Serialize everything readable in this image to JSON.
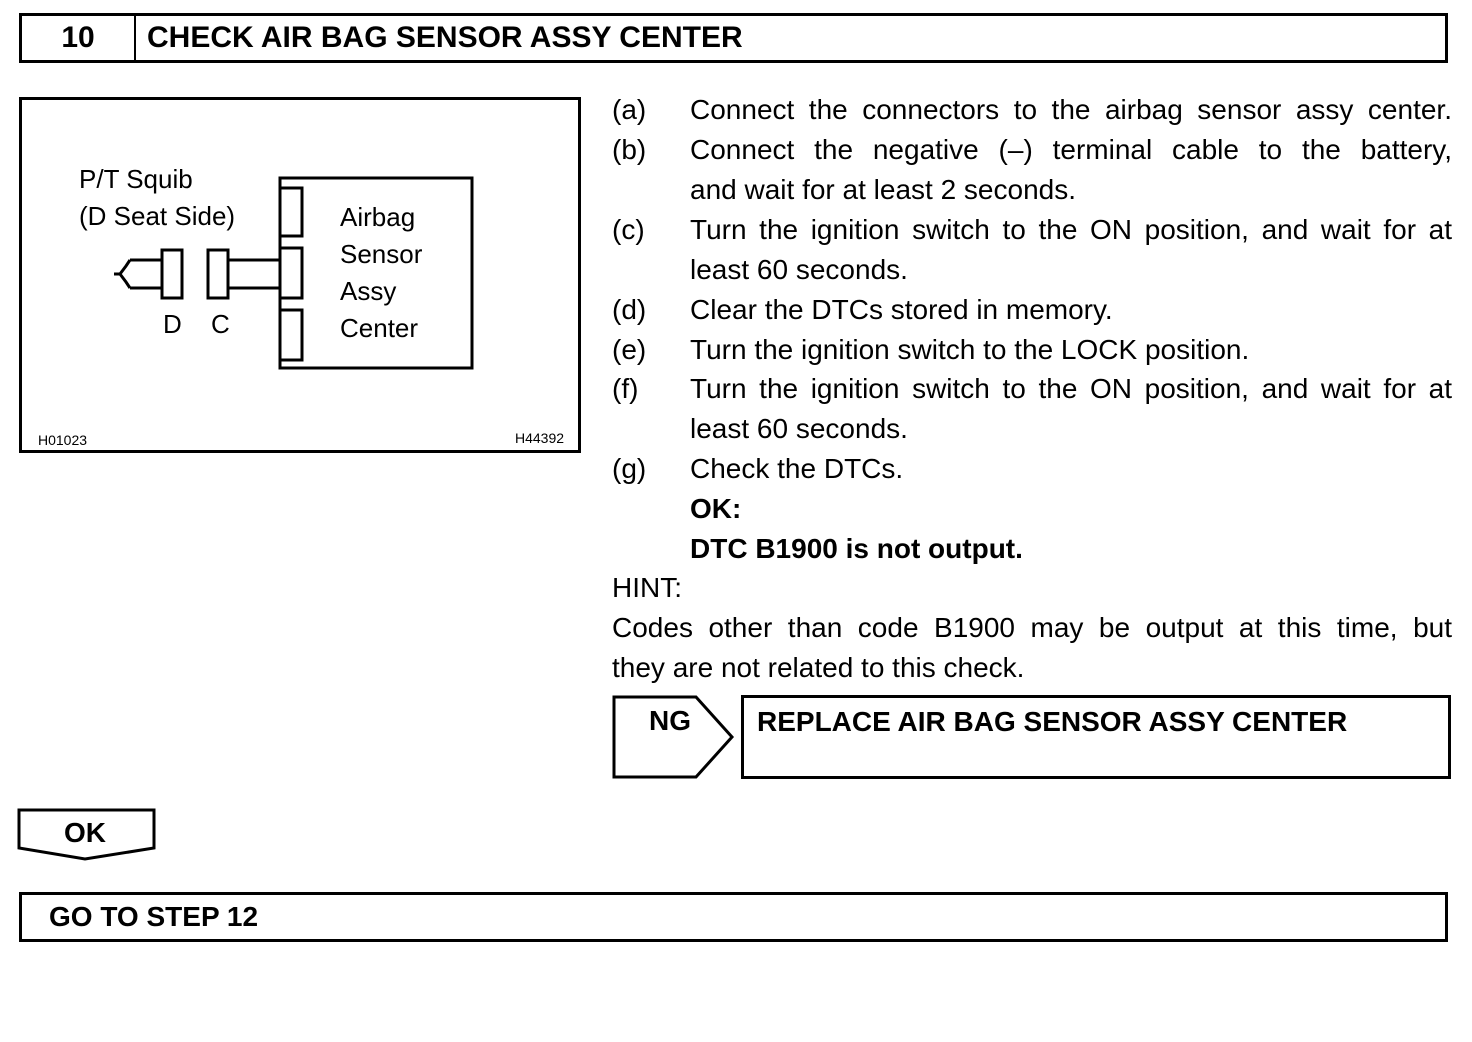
{
  "header": {
    "step_number": "10",
    "title": "CHECK AIR BAG SENSOR ASSY CENTER"
  },
  "figure": {
    "squib_label_line1": "P/T Squib",
    "squib_label_line2": "(D Seat Side)",
    "connector_d": "D",
    "connector_c": "C",
    "sensor_line1": "Airbag",
    "sensor_line2": "Sensor",
    "sensor_line3": "Assy",
    "sensor_line4": "Center",
    "code_left": "H01023",
    "code_right": "H44392"
  },
  "steps": [
    {
      "letter": "(a)",
      "lines": [
        "Connect the connectors to the airbag sensor assy center."
      ]
    },
    {
      "letter": "(b)",
      "lines": [
        "Connect the negative (–) terminal cable to the battery,",
        "and wait for at least 2 seconds."
      ]
    },
    {
      "letter": "(c)",
      "lines": [
        "Turn the ignition switch to the ON position, and wait for at",
        "least 60 seconds."
      ]
    },
    {
      "letter": "(d)",
      "lines": [
        "Clear the DTCs stored in memory."
      ]
    },
    {
      "letter": "(e)",
      "lines": [
        "Turn the ignition switch to the LOCK position."
      ]
    },
    {
      "letter": "(f)",
      "lines": [
        "Turn the ignition switch to the ON position, and wait for at",
        "least 60 seconds."
      ]
    },
    {
      "letter": "(g)",
      "lines": [
        "Check the DTCs."
      ]
    }
  ],
  "ok_criteria": {
    "label": "OK:",
    "text": "DTC B1900 is not output."
  },
  "hint": {
    "label": "HINT:",
    "lines": [
      "Codes other than code B1900 may be output at this time, but",
      "they are not related to this check."
    ]
  },
  "ng": {
    "label": "NG",
    "result": "REPLACE AIR BAG SENSOR ASSY CENTER"
  },
  "ok": {
    "label": "OK"
  },
  "goto": {
    "text": "GO TO STEP 12"
  }
}
